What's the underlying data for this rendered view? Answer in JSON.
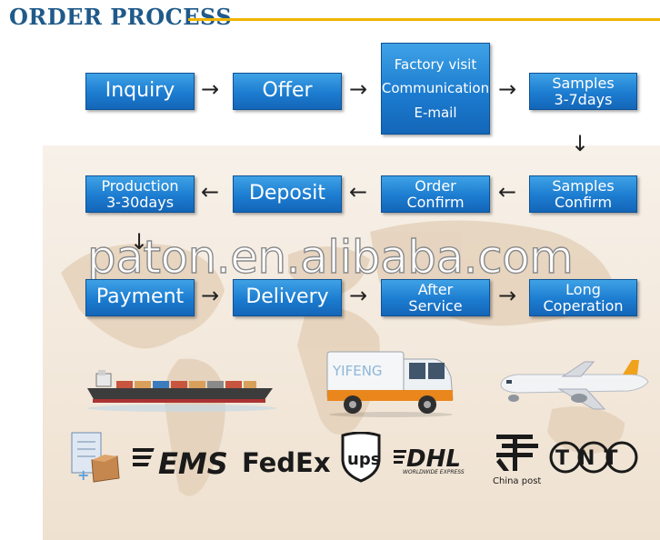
{
  "header": {
    "title": "ORDER PROCESS"
  },
  "steps": {
    "inquiry": "Inquiry",
    "offer": "Offer",
    "contact": [
      "Factory visit",
      "Communication",
      "E-mail"
    ],
    "samples_time": [
      "Samples",
      "3-7days"
    ],
    "samples_confirm": [
      "Samples",
      "Confirm"
    ],
    "order_confirm": [
      "Order",
      "Confirm"
    ],
    "deposit": "Deposit",
    "production": [
      "Production",
      "3-30days"
    ],
    "payment": "Payment",
    "delivery": "Delivery",
    "after_service": [
      "After",
      "Service"
    ],
    "long_cooperation": [
      "Long",
      "Coperation"
    ]
  },
  "arrows": {
    "right": "→",
    "left": "←",
    "down": "↓"
  },
  "watermark": "paton.en.alibaba.com",
  "truck_text": "YIFENG",
  "logos": {
    "ems": "EMS",
    "fedex": "FedEx",
    "ups": "ups",
    "dhl": "DHL",
    "dhl_sub": "WORLDWIDE EXPRESS",
    "china_post": "China post",
    "tnt": "TNT"
  },
  "colors": {
    "box_blue": "#1c7cd0",
    "title_blue": "#1f5a8a",
    "accent_line": "#f0b400",
    "fedex_purple": "#4d148c",
    "fedex_orange": "#ff6200",
    "ups_brown": "#351c15",
    "ups_gold": "#ffb500",
    "dhl_red": "#d40511",
    "china_post_green": "#0a7d3b"
  }
}
